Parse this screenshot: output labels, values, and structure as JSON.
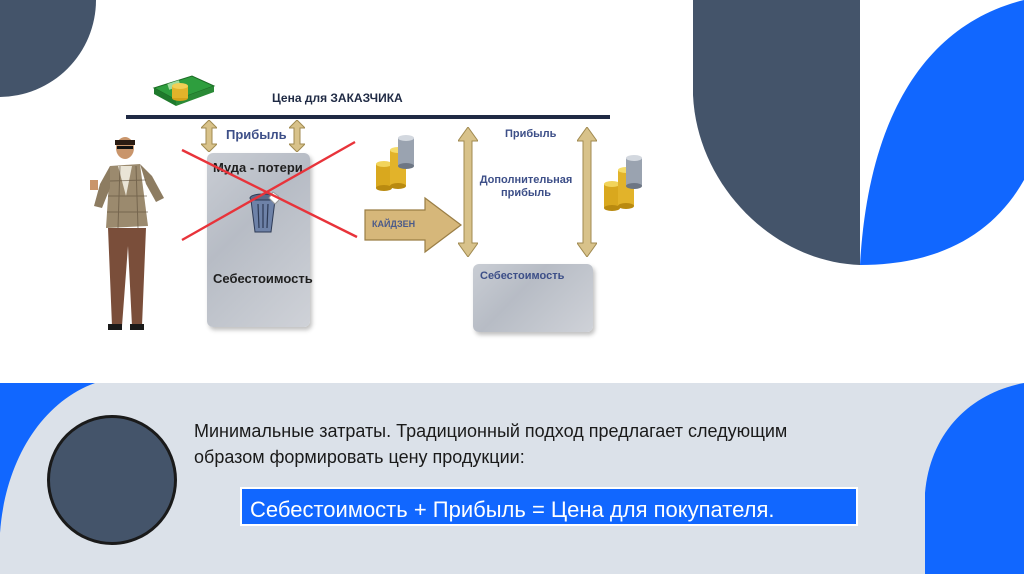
{
  "diagram": {
    "top_label": "Цена для ЗАКАЗЧИКА",
    "left_profit": "Прибыль",
    "left_muda": "Муда - потери",
    "left_cost": "Себестоимость",
    "kaizen_label": "КАЙДЗЕН",
    "right_profit": "Прибыль",
    "right_extra_profit": "Дополнительная прибыль",
    "right_cost": "Себестоимость"
  },
  "text": {
    "description": "Минимальные затраты. Традиционный подход предлагает следующим образом формировать цену продукции:",
    "formula": "Себестоимость + Прибыль = Цена для покупателя."
  },
  "colors": {
    "accent_blue": "#1167ff",
    "slate": "#44546a",
    "band": "#dbe1e9",
    "cross_red": "#e8333a"
  },
  "icons": [
    "money-stack-icon",
    "coins-stack-icon",
    "trash-bin-icon",
    "person-figure-icon",
    "kaizen-arrow-icon"
  ]
}
